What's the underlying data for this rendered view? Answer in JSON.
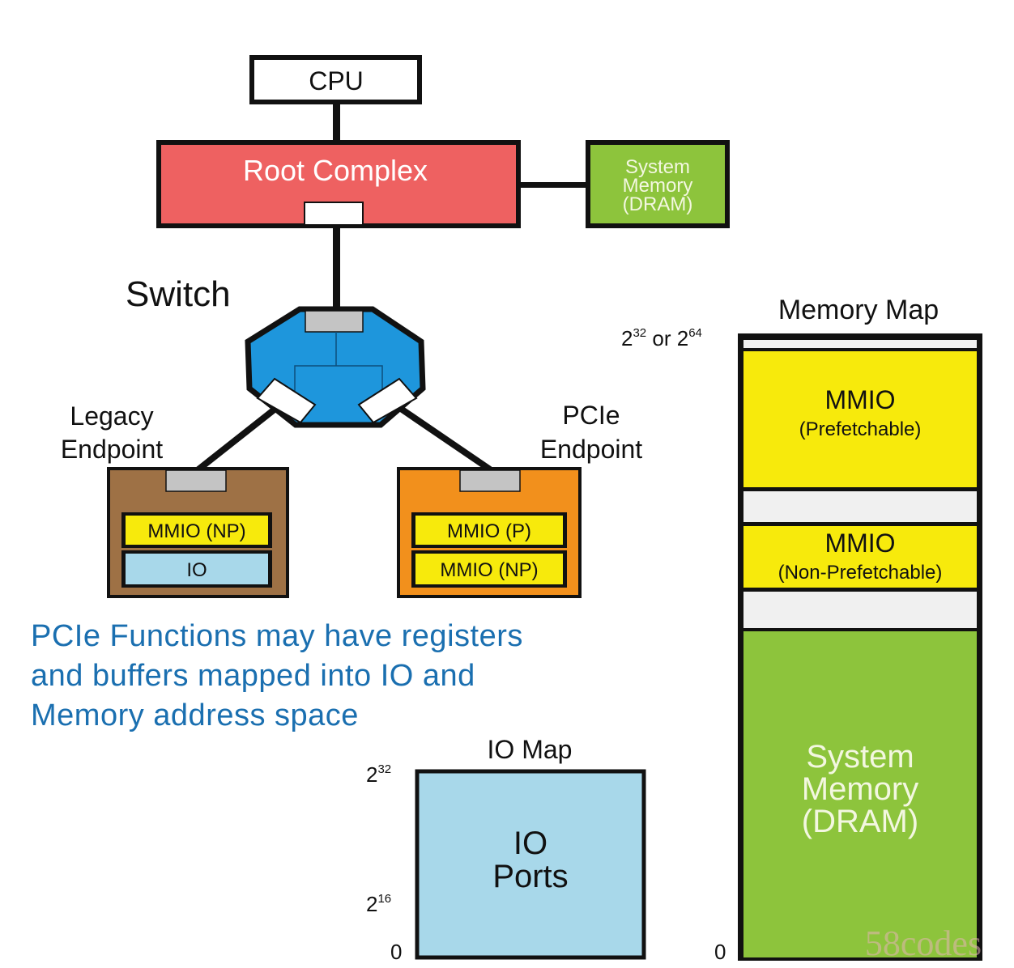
{
  "cpu": {
    "label": "CPU"
  },
  "root_complex": {
    "label": "Root Complex",
    "color": "#ee6161"
  },
  "system_memory_box": {
    "lines": [
      "System",
      "Memory",
      "(DRAM)"
    ],
    "color": "#8dc43c"
  },
  "switch": {
    "label": "Switch",
    "color": "#1e96dc"
  },
  "legacy_endpoint": {
    "label_lines": [
      "Legacy",
      "Endpoint"
    ],
    "color": "#9e7145",
    "registers": [
      "MMIO (NP)",
      "IO"
    ]
  },
  "pcie_endpoint": {
    "label_lines": [
      "PCIe",
      "Endpoint"
    ],
    "color": "#f2901c",
    "registers": [
      "MMIO (P)",
      "MMIO (NP)"
    ]
  },
  "description": {
    "lines": [
      "PCIe Functions may have registers",
      "and buffers mapped into IO and",
      "Memory address space"
    ],
    "color": "#1a6fb0"
  },
  "io_map": {
    "title": "IO Map",
    "region_lines": [
      "IO",
      "Ports"
    ],
    "axis": {
      "top_base": "2",
      "top_exp": "32",
      "mid_base": "2",
      "mid_exp": "16",
      "bottom": "0"
    },
    "color": "#a8d8ea"
  },
  "memory_map": {
    "title": "Memory Map",
    "axis": {
      "top_base1": "2",
      "top_exp1": "32",
      "top_or": " or ",
      "top_base2": "2",
      "top_exp2": "64",
      "bottom": "0"
    },
    "regions": [
      {
        "lines": [],
        "type": "empty"
      },
      {
        "lines": [
          "MMIO",
          "(Prefetchable)"
        ],
        "type": "mmio"
      },
      {
        "lines": [],
        "type": "empty"
      },
      {
        "lines": [
          "MMIO",
          "(Non-Prefetchable)"
        ],
        "type": "mmio"
      },
      {
        "lines": [],
        "type": "empty"
      },
      {
        "lines": [
          "System",
          "Memory",
          "(DRAM)"
        ],
        "type": "dram"
      }
    ],
    "mmio_color": "#f7ea0c",
    "dram_color": "#8dc43c",
    "empty_color": "#f0f0f0"
  },
  "watermark": {
    "text": "58codes"
  },
  "register_color_yellow": "#f7ea0c",
  "register_color_io": "#a8d8ea",
  "port_color": "#c0c0c0"
}
